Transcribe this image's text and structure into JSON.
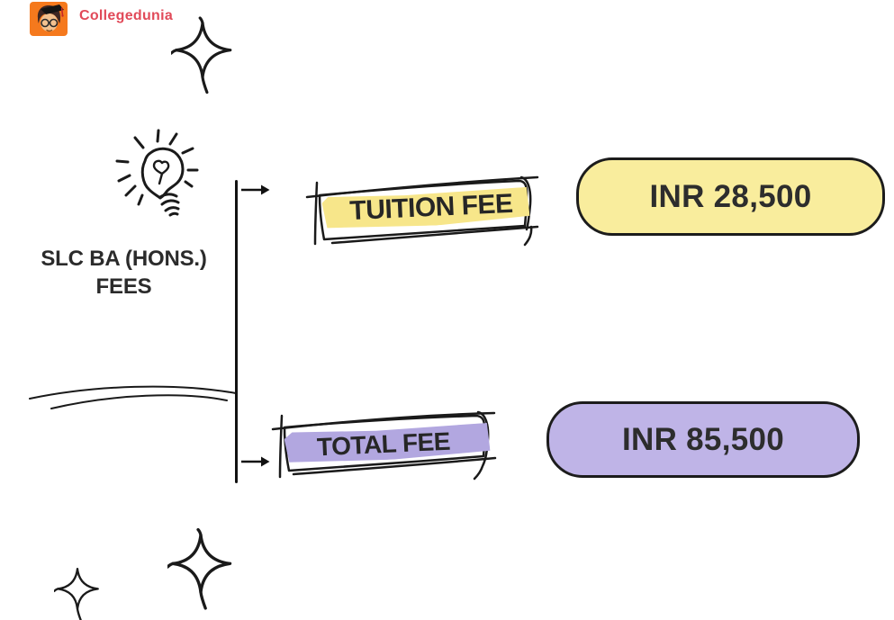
{
  "header": {
    "brand": "Collegedunia"
  },
  "diagram": {
    "heading": "SLC BA (HONS.) FEES",
    "rows": [
      {
        "label": "TUITION FEE",
        "value": "INR 28,500"
      },
      {
        "label": "TOTAL FEE",
        "value": "INR 85,500"
      }
    ]
  },
  "icons": {
    "collegedunia-logo-icon": "orange square with graduate mascot face",
    "lightbulb-doodle-icon": "hand-drawn glowing lightbulb",
    "sparkle-icon": "four-point star outline doodle",
    "arrow-right-icon": "→",
    "underline-doodle": "double curved hand-drawn line"
  },
  "colors": {
    "brand_red": "#E14A59",
    "logo_orange": "#F5791D",
    "ink": "#1A1A1A",
    "text_dark": "#2B2B2B",
    "tuition_highlight": "#F7E68A",
    "tuition_pill": "#F9ED9D",
    "total_highlight": "#B2A7E0",
    "total_pill": "#BFB4E7"
  }
}
